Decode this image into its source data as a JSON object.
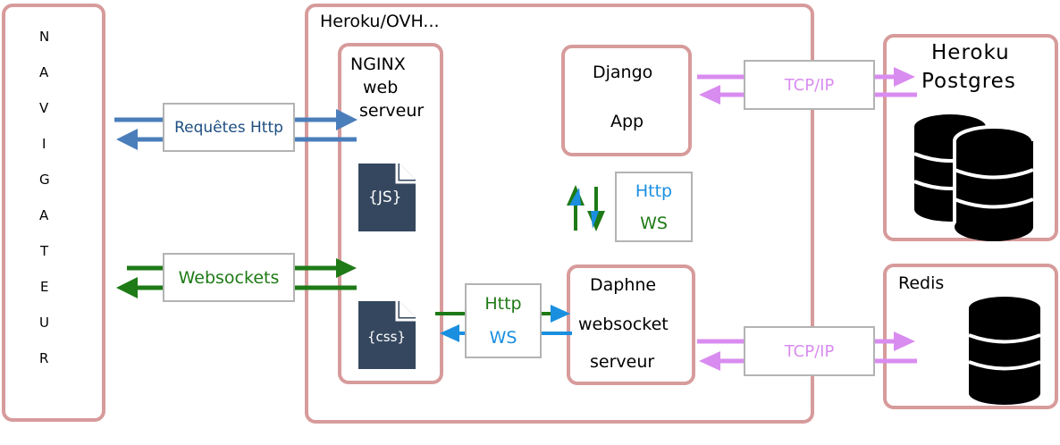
{
  "navigateur": {
    "letters": [
      "N",
      "A",
      "V",
      "I",
      "G",
      "A",
      "T",
      "E",
      "U",
      "R"
    ]
  },
  "host": {
    "title": "Heroku/OVH..."
  },
  "nginx": {
    "line1": "NGINX",
    "line2": "web",
    "line3": "serveur",
    "js_label": "{JS}",
    "css_label": "{css}"
  },
  "django": {
    "line1": "Django",
    "line2": "App"
  },
  "daphne": {
    "line1": "Daphne",
    "line2": "websocket",
    "line3": "serveur"
  },
  "postgres": {
    "line1": "Heroku",
    "line2": "Postgres"
  },
  "redis": {
    "title": "Redis"
  },
  "labels": {
    "requetes_http": "Requêtes Http",
    "websockets": "Websockets",
    "tcp_ip_top": "TCP/IP",
    "tcp_ip_bottom": "TCP/IP",
    "mid_http": "Http",
    "mid_ws": "WS",
    "low_http": "Http",
    "low_ws": "WS"
  },
  "colors": {
    "box_border": "#d79b9b",
    "http_blue": "#4a7ebb",
    "ws_green": "#1e7a16",
    "tcp_pink": "#d98cf0",
    "light_blue": "#1a8fe0"
  }
}
